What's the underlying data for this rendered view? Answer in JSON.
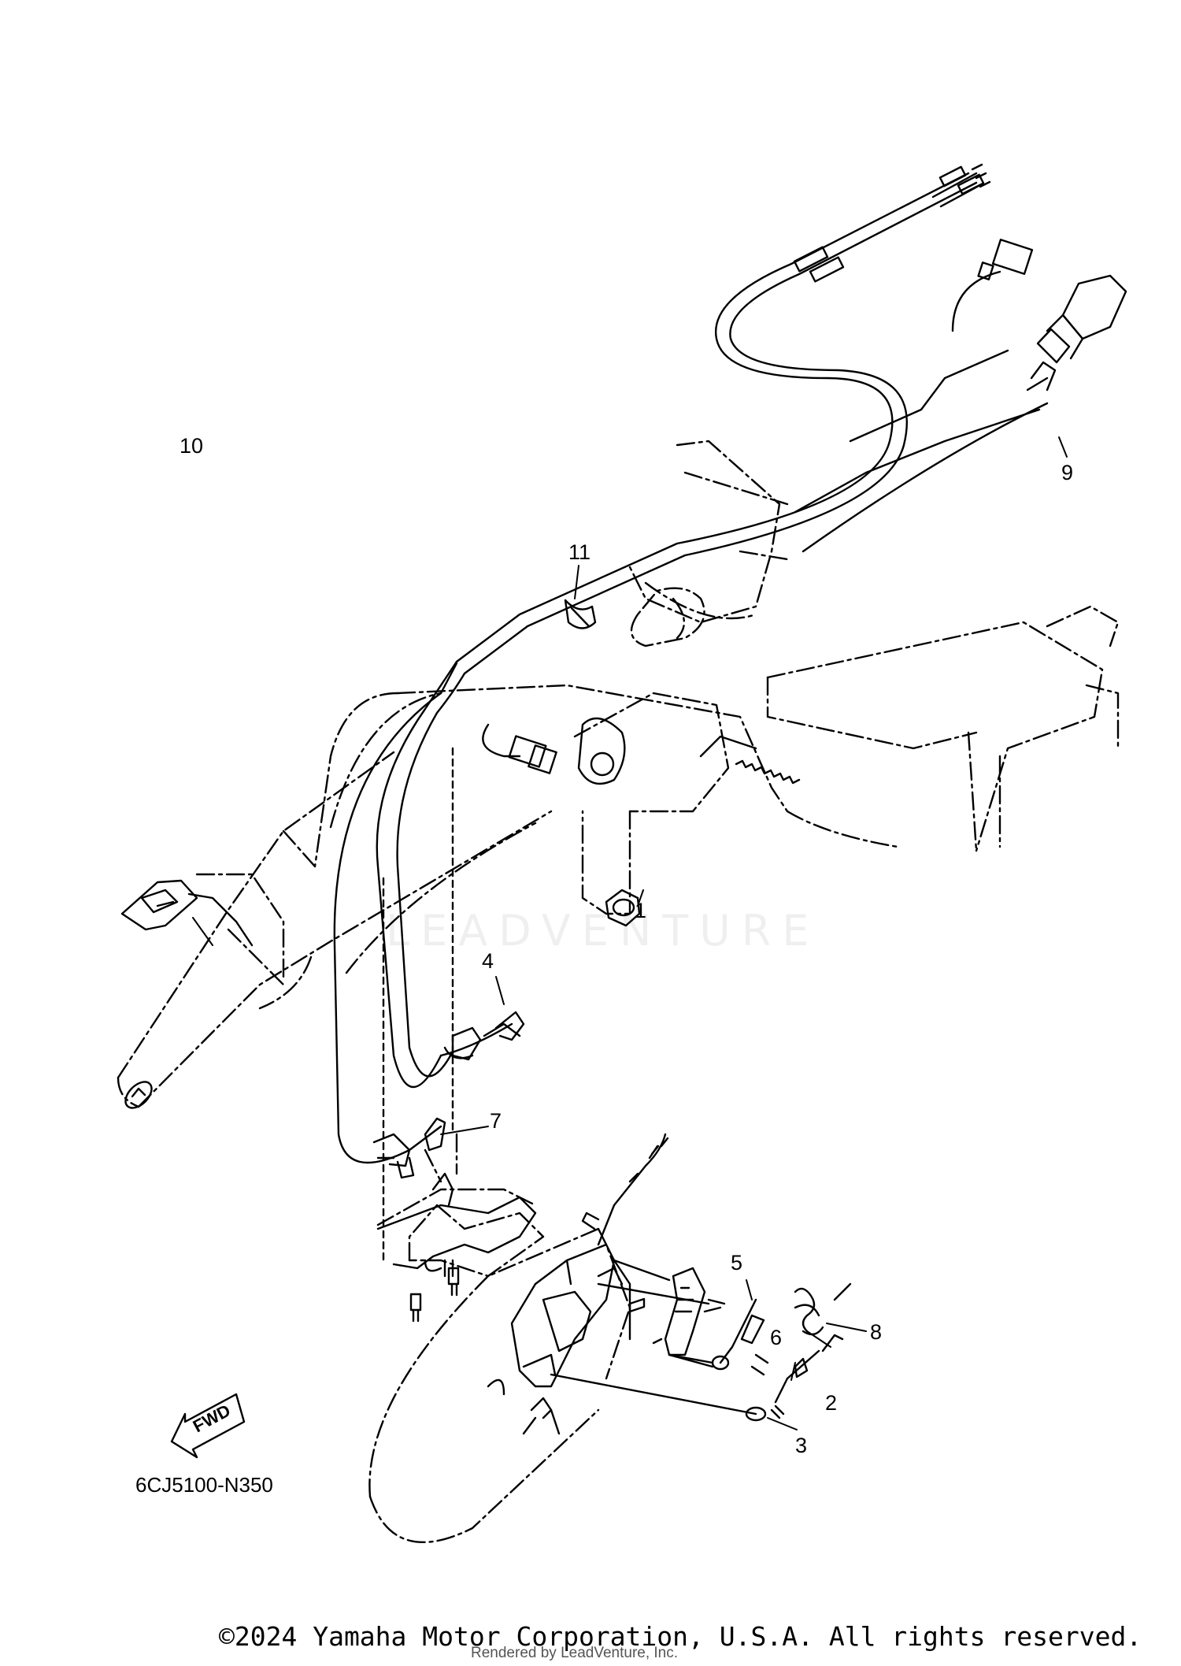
{
  "callouts": [
    {
      "id": "1",
      "label": "1"
    },
    {
      "id": "2",
      "label": "2"
    },
    {
      "id": "3",
      "label": "3"
    },
    {
      "id": "4",
      "label": "4"
    },
    {
      "id": "5",
      "label": "5"
    },
    {
      "id": "6",
      "label": "6"
    },
    {
      "id": "7",
      "label": "7"
    },
    {
      "id": "8",
      "label": "8"
    },
    {
      "id": "9",
      "label": "9"
    },
    {
      "id": "10",
      "label": "10"
    },
    {
      "id": "11",
      "label": "11"
    }
  ],
  "fwd_label": "FWD",
  "diagram_code": "6CJ5100-N350",
  "watermark": "LEADVENTURE",
  "copyright": "©2024 Yamaha Motor Corporation, U.S.A. All rights reserved.",
  "rendered_by": "Rendered by LeadVenture, Inc."
}
